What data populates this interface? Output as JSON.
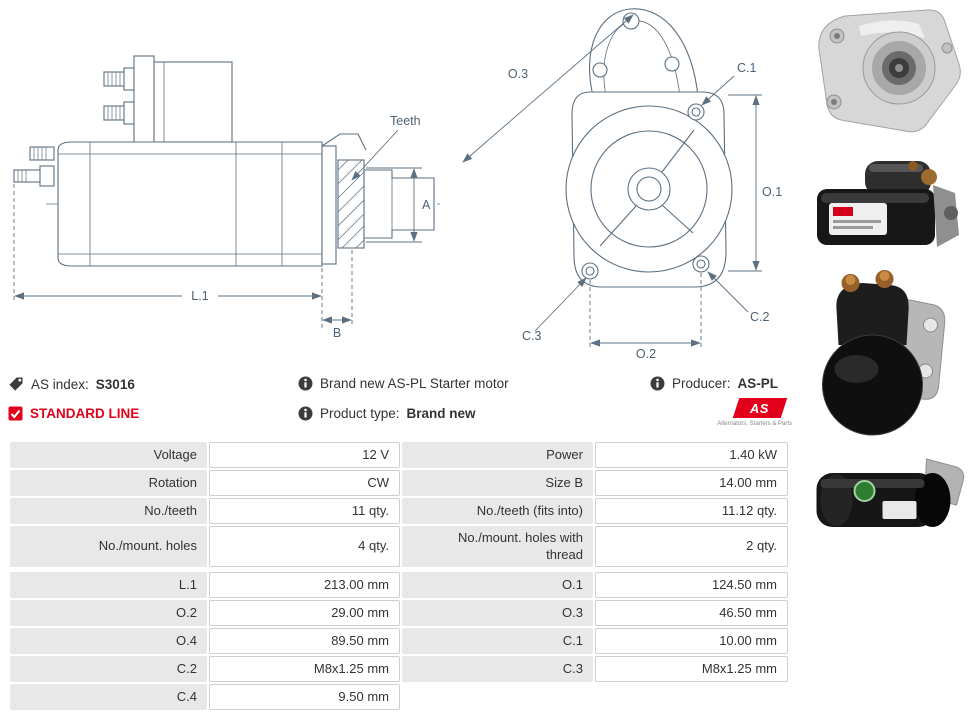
{
  "colors": {
    "accent_red": "#e2001a",
    "drawing_line": "#5d7081",
    "table_label_bg": "#e8e8e8",
    "table_value_border": "#cfcfcf",
    "text": "#333333"
  },
  "info": {
    "as_index": {
      "label": "AS index:",
      "value": "S3016"
    },
    "standard_line": "STANDARD LINE",
    "brand_new": "Brand new AS-PL Starter motor",
    "product_type": {
      "label": "Product type:",
      "value": "Brand new"
    },
    "producer": {
      "label": "Producer:",
      "value": "AS-PL"
    },
    "logo": {
      "text": "AS",
      "tagline": "Alternators, Starters & Parts"
    }
  },
  "diagram": {
    "side_view": {
      "teeth": "Teeth",
      "a": "A",
      "l1": "L.1",
      "b": "B"
    },
    "front_view": {
      "o1": "O.1",
      "o2": "O.2",
      "o3": "O.3",
      "c1": "C.1",
      "c2": "C.2",
      "c3": "C.3"
    }
  },
  "spec_table": {
    "group1": [
      {
        "label1": "Voltage",
        "value1": "12 V",
        "label2": "Power",
        "value2": "1.40 kW"
      },
      {
        "label1": "Rotation",
        "value1": "CW",
        "label2": "Size B",
        "value2": "14.00 mm"
      },
      {
        "label1": "No./teeth",
        "value1": "11 qty.",
        "label2": "No./teeth (fits into)",
        "value2": "11.12 qty."
      },
      {
        "label1": "No./mount. holes",
        "value1": "4 qty.",
        "label2": "No./mount. holes with thread",
        "value2": "2 qty."
      }
    ],
    "group2": [
      {
        "label1": "L.1",
        "value1": "213.00 mm",
        "label2": "O.1",
        "value2": "124.50 mm"
      },
      {
        "label1": "O.2",
        "value1": "29.00 mm",
        "label2": "O.3",
        "value2": "46.50 mm"
      },
      {
        "label1": "O.4",
        "value1": "89.50 mm",
        "label2": "C.1",
        "value2": "10.00 mm"
      },
      {
        "label1": "C.2",
        "value1": "M8x1.25 mm",
        "label2": "C.3",
        "value2": "M8x1.25 mm"
      },
      {
        "label1": "C.4",
        "value1": "9.50 mm"
      }
    ]
  }
}
